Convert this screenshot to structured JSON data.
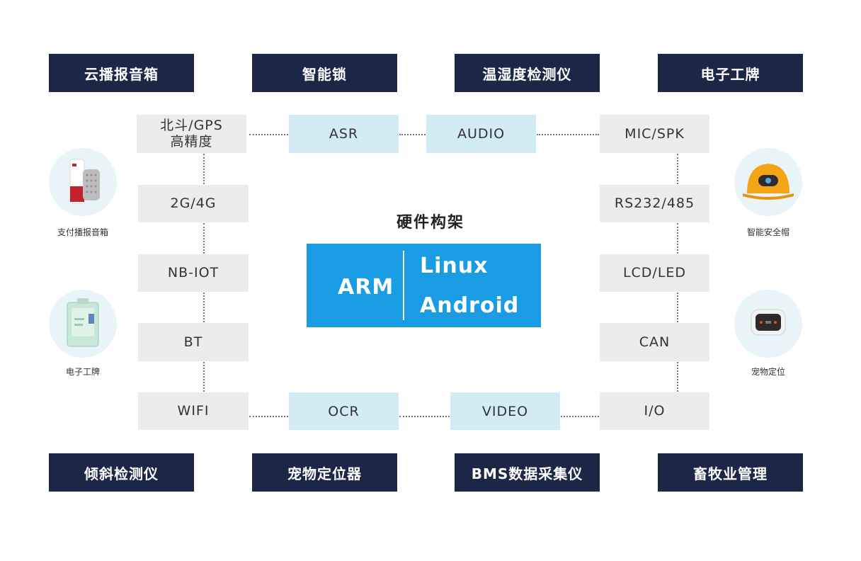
{
  "top_categories": [
    "云播报音箱",
    "智能锁",
    "温湿度检测仪",
    "电子工牌"
  ],
  "bottom_categories": [
    "倾斜检测仪",
    "宠物定位器",
    "BMS数据采集仪",
    "畜牧业管理"
  ],
  "left_column": [
    "北斗/GPS\n高精度",
    "2G/4G",
    "NB-IOT",
    "BT",
    "WIFI"
  ],
  "right_column": [
    "MIC/SPK",
    "RS232/485",
    "LCD/LED",
    "CAN",
    "I/O"
  ],
  "top_middle": [
    "ASR",
    "AUDIO"
  ],
  "bottom_middle": [
    "OCR",
    "VIDEO"
  ],
  "architecture": {
    "title": "硬件构架",
    "cpu": "ARM",
    "os": [
      "Linux",
      "Android"
    ]
  },
  "products": {
    "left": [
      {
        "caption": "支付播报音箱",
        "icon": "speaker-product-icon"
      },
      {
        "caption": "电子工牌",
        "icon": "badge-product-icon"
      }
    ],
    "right": [
      {
        "caption": "智能安全帽",
        "icon": "helmet-product-icon"
      },
      {
        "caption": "宠物定位",
        "icon": "pet-tracker-product-icon"
      }
    ]
  },
  "colors": {
    "navy": "#1c2747",
    "gray_box": "#ececec",
    "light_blue_box": "#d2ebf5",
    "core_blue": "#1a9ce4"
  }
}
